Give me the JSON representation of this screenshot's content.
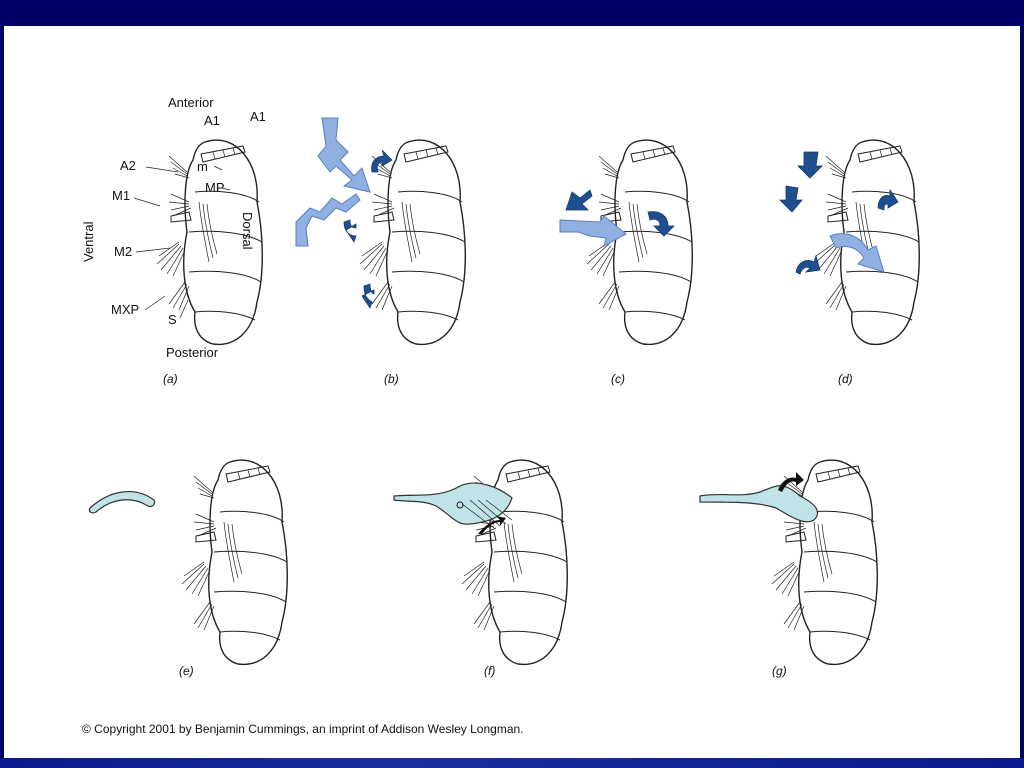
{
  "colors": {
    "frame": "#000066",
    "background": "#ffffff",
    "light_arrow": "#8fb0e0",
    "dark_arrow": "#1f4f8f",
    "current_fill": "#bfe3e6"
  },
  "panel_a": {
    "labels": {
      "anterior": "Anterior",
      "posterior": "Posterior",
      "ventral": "Ventral",
      "dorsal": "Dorsal",
      "a1_top": "A1",
      "a1_right": "A1",
      "a2": "A2",
      "m": "m",
      "mp": "MP",
      "m1": "M1",
      "m2": "M2",
      "mxp": "MXP",
      "s": "S"
    }
  },
  "captions": {
    "a": "(a)",
    "b": "(b)",
    "c": "(c)",
    "d": "(d)",
    "e": "(e)",
    "f": "(f)",
    "g": "(g)"
  },
  "copyright": "© Copyright 2001 by Benjamin Cummings, an imprint of Addison Wesley Longman."
}
